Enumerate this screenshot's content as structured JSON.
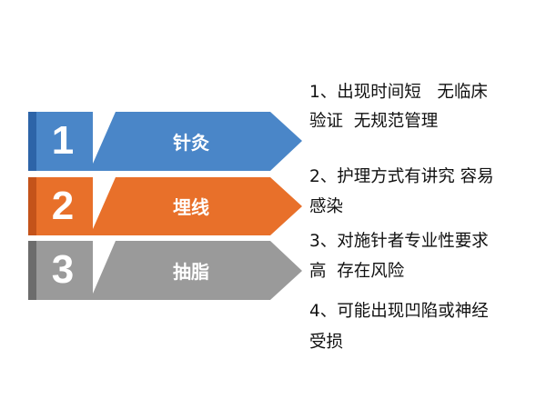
{
  "steps": [
    {
      "number": "1",
      "label": "针灸",
      "color": "#4a86c8",
      "stripe": "#2d64a8"
    },
    {
      "number": "2",
      "label": "埋线",
      "color": "#e8702a",
      "stripe": "#c4531a"
    },
    {
      "number": "3",
      "label": "抽脂",
      "color": "#9a9a9a",
      "stripe": "#6c6c6c"
    }
  ],
  "notes": [
    {
      "line1": "1、出现时间短   无临床",
      "line2": "验证  无规范管理"
    },
    {
      "line1": "2、护理方式有讲究 容易",
      "line2": "感染"
    },
    {
      "line1": "3、对施针者专业性要求",
      "line2": "高  存在风险"
    },
    {
      "line1": "4、可能出现凹陷或神经",
      "line2": "受损"
    }
  ]
}
